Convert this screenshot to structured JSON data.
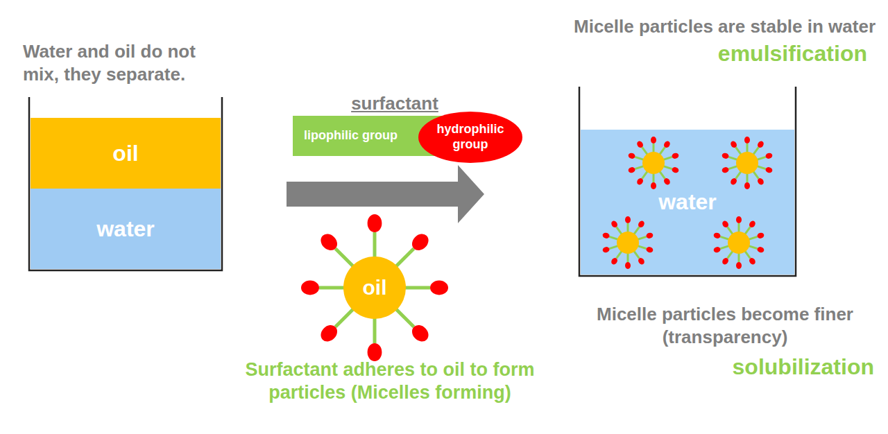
{
  "diagram": {
    "nodes": [
      {
        "text": [
          "oil"
        ]
      },
      {
        "text": [
          "water"
        ]
      },
      {
        "text": [
          "lipophilic group"
        ]
      },
      {
        "text": [
          "hydrophilic group"
        ]
      },
      {
        "text": [
          "oil"
        ]
      },
      {
        "text": [
          "water"
        ]
      }
    ],
    "labels": [
      "Water and oil do not mix, they separate.",
      "surfactant",
      "Surfactant adheres to oil to form particles (Micelles forming)",
      "Micelle particles are stable in water",
      "emulsification",
      "Micelle particles become finer (transparency)",
      "solubilization"
    ]
  }
}
